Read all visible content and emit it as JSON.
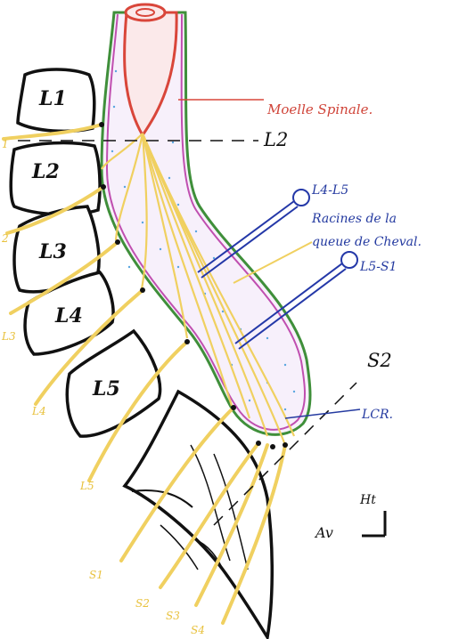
{
  "labels": {
    "moelle": "Moelle Spinale.",
    "l2_level": "L2",
    "l4_l5": "L4-L5",
    "racines_1": "Racines de la",
    "racines_2": "queue de Cheval.",
    "l5_s1": "L5-S1",
    "s2_level": "S2",
    "lcr": "LCR.",
    "ht": "Ht",
    "av": "Av"
  },
  "vertebrae": [
    "L1",
    "L2",
    "L3",
    "L4",
    "L5"
  ],
  "nerve_labels_left": [
    "1",
    "2",
    "L3",
    "L4",
    "L5"
  ],
  "sacral_labels": [
    "S1",
    "S2",
    "S3",
    "S4"
  ],
  "colors": {
    "nerve": "#f0d060",
    "cord_outline": "#d9463a",
    "dura_outline": "#3f8f3a",
    "arachnoid": "#c04fb0",
    "csf_fill": "#f7f0fb",
    "blue_ink": "#2438a8",
    "black_ink": "#111111"
  }
}
